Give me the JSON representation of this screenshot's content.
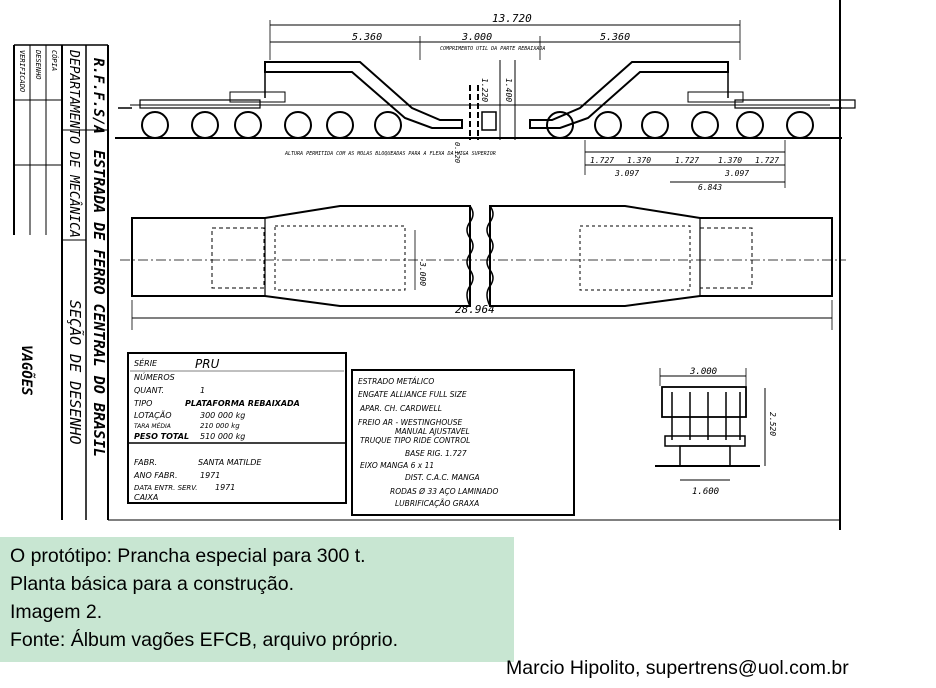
{
  "title_block": {
    "company": "R.F.F.S/A",
    "department": "DEPARTAMENTO DE MECÂNICA",
    "railway": "ESTRADA DE FERRO CENTRAL DO BRASIL",
    "section": "SEÇÃO DE DESENHO",
    "category": "VAGÕES"
  },
  "dimensions": {
    "overall_length": "13.720",
    "left_segment": "5.360",
    "center_segment": "3.000",
    "right_segment": "5.360",
    "center_note": "COMPRIMENTO UTIL DA PARTE REBAIXADA",
    "height_note": "ALTURA PERMITIDA COM AS MOLAS BLOQUEADAS PARA A FLEXA DA VIGA SUPERIOR",
    "vertical_1": "1.220",
    "vertical_2": "1.400",
    "vertical_3": "0.120",
    "truck_1": "1.727",
    "truck_2": "1.370",
    "truck_3": "1.727",
    "truck_4": "1.370",
    "truck_5": "1.727",
    "truck_span_1": "3.097",
    "truck_span_2": "3.097",
    "truck_total": "6.843",
    "plan_width": "3.000",
    "plan_length": "28.964",
    "section_width": "3.000",
    "section_height": "2.520",
    "section_base": "1.600"
  },
  "spec_left": {
    "serie": "PRU",
    "numeros": "",
    "quant": "1",
    "tipo": "PLATAFORMA REBAIXADA",
    "lotacao": "300 000 kg",
    "tara": "210 000 kg",
    "peso_total": "510 000 kg",
    "fabr": "SANTA MATILDE",
    "ano_fabr": "1971",
    "data_entr_serv": "1971",
    "caixa": ""
  },
  "spec_left_labels": {
    "serie": "SÉRIE",
    "numeros": "NÚMEROS",
    "quant": "QUANT.",
    "tipo": "TIPO",
    "lotacao": "LOTAÇÃO",
    "tara": "TARA MÉDIA",
    "peso_total": "PESO TOTAL",
    "fabr": "FABR.",
    "ano_fabr": "ANO FABR.",
    "data_entr_serv": "DATA ENTR. SERV.",
    "caixa": "CAIXA"
  },
  "spec_right": {
    "estrado": "ESTRADO  METÁLICO",
    "engate": "ENGATE  ALLIANCE  FULL SIZE",
    "aparelho_choque": "APAR. CH.  CARDWELL",
    "freio": "FREIO  AR - WESTINGHOUSE",
    "freio_2": "MANUAL  AJUSTAVEL",
    "truque": "TRUQUE  TIPO  RIDE CONTROL",
    "base_rig": "BASE RIG.  1.727",
    "eixo": "EIXO  MANGA  6 x 11",
    "dist": "DIST. C.A.C. MANGA",
    "rodas": "RODAS  Ø 33  AÇO  LAMINADO",
    "lubrificacao": "LUBRIFICAÇÃO  GRAXA"
  },
  "caption": {
    "line1": "O protótipo: Prancha especial para 300 t.",
    "line2": "Planta básica para a construção.",
    "line3": "Imagem 2.",
    "line4": "Fonte: Álbum vagões EFCB, arquivo próprio."
  },
  "credit": "Marcio Hipolito, supertrens@uol.com.br"
}
